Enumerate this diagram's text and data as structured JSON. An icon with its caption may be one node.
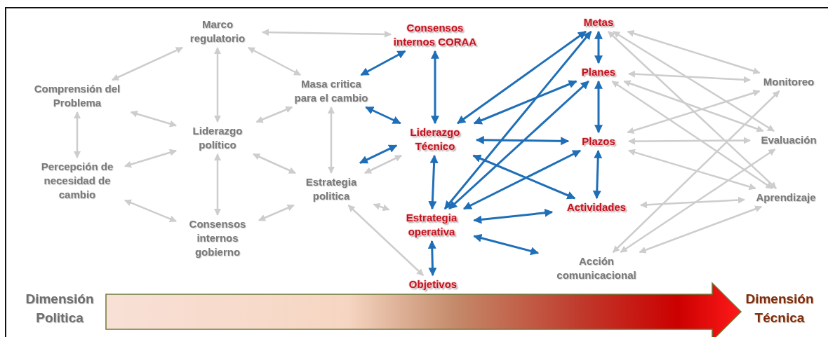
{
  "diagram": {
    "nodes": [
      {
        "text": [
          "Marco regulatorio"
        ]
      },
      {
        "text": [
          "Consensos internos CORAA"
        ]
      },
      {
        "text": [
          "Metas"
        ]
      },
      {
        "text": [
          "Comprensión del Problema"
        ]
      },
      {
        "text": [
          "Masa critica para el cambio"
        ]
      },
      {
        "text": [
          "Planes"
        ]
      },
      {
        "text": [
          "Monitoreo"
        ]
      },
      {
        "text": [
          "Liderazgo político"
        ]
      },
      {
        "text": [
          "Liderazgo Técnico"
        ]
      },
      {
        "text": [
          "Plazos"
        ]
      },
      {
        "text": [
          "Evaluación"
        ]
      },
      {
        "text": [
          "Percepción de necesidad de cambio"
        ]
      },
      {
        "text": [
          "Estrategia politica"
        ]
      },
      {
        "text": [
          "Actividades"
        ]
      },
      {
        "text": [
          "Aprendizaje"
        ]
      },
      {
        "text": [
          "Estrategia operativa"
        ]
      },
      {
        "text": [
          "Consensos internos gobierno"
        ]
      },
      {
        "text": [
          "Acción comunicacional"
        ]
      },
      {
        "text": [
          "Objetivos"
        ]
      }
    ],
    "edges": [
      {
        "from": 0,
        "to": 3,
        "arrow": "both"
      },
      {
        "from": 0,
        "to": 1,
        "arrow": "both"
      },
      {
        "from": 0,
        "to": 4,
        "arrow": "both"
      },
      {
        "from": 0,
        "to": 7,
        "arrow": "both"
      },
      {
        "from": 3,
        "to": 7,
        "arrow": "both"
      },
      {
        "from": 4,
        "to": 7,
        "arrow": "both"
      },
      {
        "from": 3,
        "to": 11,
        "arrow": "both"
      },
      {
        "from": 4,
        "to": 12,
        "arrow": "both"
      },
      {
        "from": 7,
        "to": 12,
        "arrow": "both"
      },
      {
        "from": 12,
        "to": 8,
        "arrow": "both"
      },
      {
        "from": 7,
        "to": 11,
        "arrow": "both"
      },
      {
        "from": 7,
        "to": 16,
        "arrow": "both"
      },
      {
        "from": 11,
        "to": 16,
        "arrow": "both"
      },
      {
        "from": 12,
        "to": 16,
        "arrow": "both"
      },
      {
        "from": 12,
        "to": 15,
        "arrow": "both"
      },
      {
        "from": 12,
        "to": 18,
        "arrow": "both"
      },
      {
        "from": 1,
        "to": 4,
        "arrow": "both",
        "color": "#1f6fb8"
      },
      {
        "from": 4,
        "to": 8,
        "arrow": "both",
        "color": "#1f6fb8"
      },
      {
        "from": 1,
        "to": 8,
        "arrow": "both",
        "color": "#1f6fb8"
      },
      {
        "from": 8,
        "to": 2,
        "arrow": "both",
        "color": "#1f6fb8"
      },
      {
        "from": 8,
        "to": 5,
        "arrow": "both",
        "color": "#1f6fb8"
      },
      {
        "from": 8,
        "to": 9,
        "arrow": "both",
        "color": "#1f6fb8"
      },
      {
        "from": 8,
        "to": 13,
        "arrow": "both",
        "color": "#1f6fb8"
      },
      {
        "from": 8,
        "to": 15,
        "arrow": "both",
        "color": "#1f6fb8"
      },
      {
        "from": 8,
        "to": 12,
        "arrow": "both",
        "color": "#1f6fb8"
      },
      {
        "from": 15,
        "to": 2,
        "arrow": "both",
        "color": "#1f6fb8"
      },
      {
        "from": 15,
        "to": 5,
        "arrow": "both",
        "color": "#1f6fb8"
      },
      {
        "from": 15,
        "to": 9,
        "arrow": "both",
        "color": "#1f6fb8"
      },
      {
        "from": 15,
        "to": 13,
        "arrow": "both",
        "color": "#1f6fb8"
      },
      {
        "from": 15,
        "to": 17,
        "arrow": "both",
        "color": "#1f6fb8"
      },
      {
        "from": 2,
        "to": 5,
        "arrow": "both",
        "color": "#1f6fb8"
      },
      {
        "from": 5,
        "to": 9,
        "arrow": "both",
        "color": "#1f6fb8"
      },
      {
        "from": 9,
        "to": 13,
        "arrow": "both",
        "color": "#1f6fb8"
      },
      {
        "from": 15,
        "to": 18,
        "arrow": "both",
        "color": "#1f6fb8"
      },
      {
        "from": 2,
        "to": 6,
        "arrow": "both"
      },
      {
        "from": 2,
        "to": 10,
        "arrow": "both"
      },
      {
        "from": 2,
        "to": 14,
        "arrow": "both"
      },
      {
        "from": 5,
        "to": 6,
        "arrow": "both"
      },
      {
        "from": 5,
        "to": 10,
        "arrow": "both"
      },
      {
        "from": 5,
        "to": 14,
        "arrow": "both"
      },
      {
        "from": 9,
        "to": 6,
        "arrow": "both"
      },
      {
        "from": 9,
        "to": 10,
        "arrow": "both"
      },
      {
        "from": 9,
        "to": 14,
        "arrow": "both"
      },
      {
        "from": 13,
        "to": 14,
        "arrow": "both"
      },
      {
        "from": 17,
        "to": 6,
        "arrow": "both"
      },
      {
        "from": 17,
        "to": 10,
        "arrow": "both"
      },
      {
        "from": 17,
        "to": 14,
        "arrow": "both"
      }
    ],
    "labels": [
      "Dimensión Politica",
      "Dimensión Técnica"
    ]
  }
}
